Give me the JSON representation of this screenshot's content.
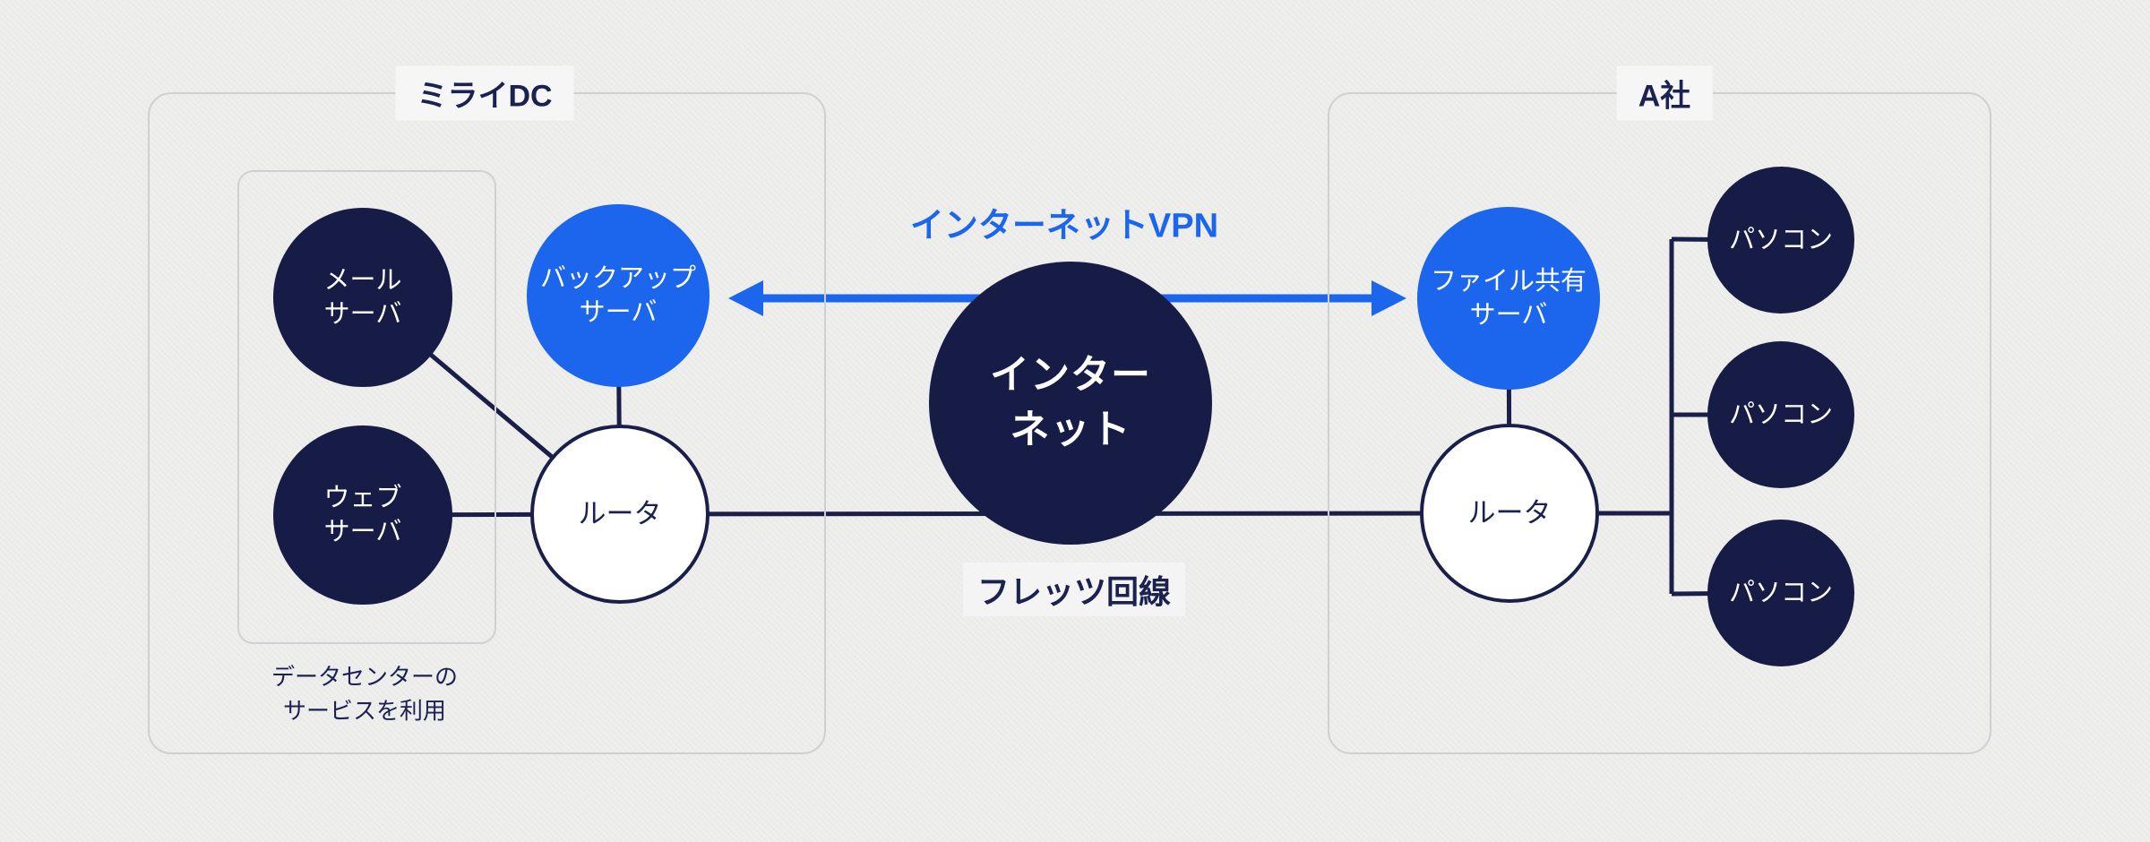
{
  "diagram": {
    "colors": {
      "background": "#efefee",
      "navy_node": "#171c46",
      "blue_node": "#1c66ee",
      "wire_navy": "#1a1f4a",
      "arrow_blue": "#1c66ee",
      "box_border": "#cfd0d4",
      "text_dark": "#1b2150",
      "text_light": "#ffffff"
    },
    "groups": {
      "datacenter": {
        "label": "ミライDC",
        "caption_line1": "データセンターの",
        "caption_line2": "サービスを利用"
      },
      "company": {
        "label": "A社"
      }
    },
    "nodes": {
      "mail_server": {
        "line1": "メール",
        "line2": "サーバ"
      },
      "web_server": {
        "line1": "ウェブ",
        "line2": "サーバ"
      },
      "backup_server": {
        "line1": "バックアップ",
        "line2": "サーバ"
      },
      "router_dc": {
        "label": "ルータ"
      },
      "internet": {
        "line1": "インター",
        "line2": "ネット"
      },
      "fileshare_server": {
        "line1": "ファイル共有",
        "line2": "サーバ"
      },
      "router_company": {
        "label": "ルータ"
      },
      "pc1": {
        "label": "パソコン"
      },
      "pc2": {
        "label": "パソコン"
      },
      "pc3": {
        "label": "パソコン"
      }
    },
    "labels": {
      "vpn": "インターネットVPN",
      "wan_line": "フレッツ回線"
    }
  }
}
